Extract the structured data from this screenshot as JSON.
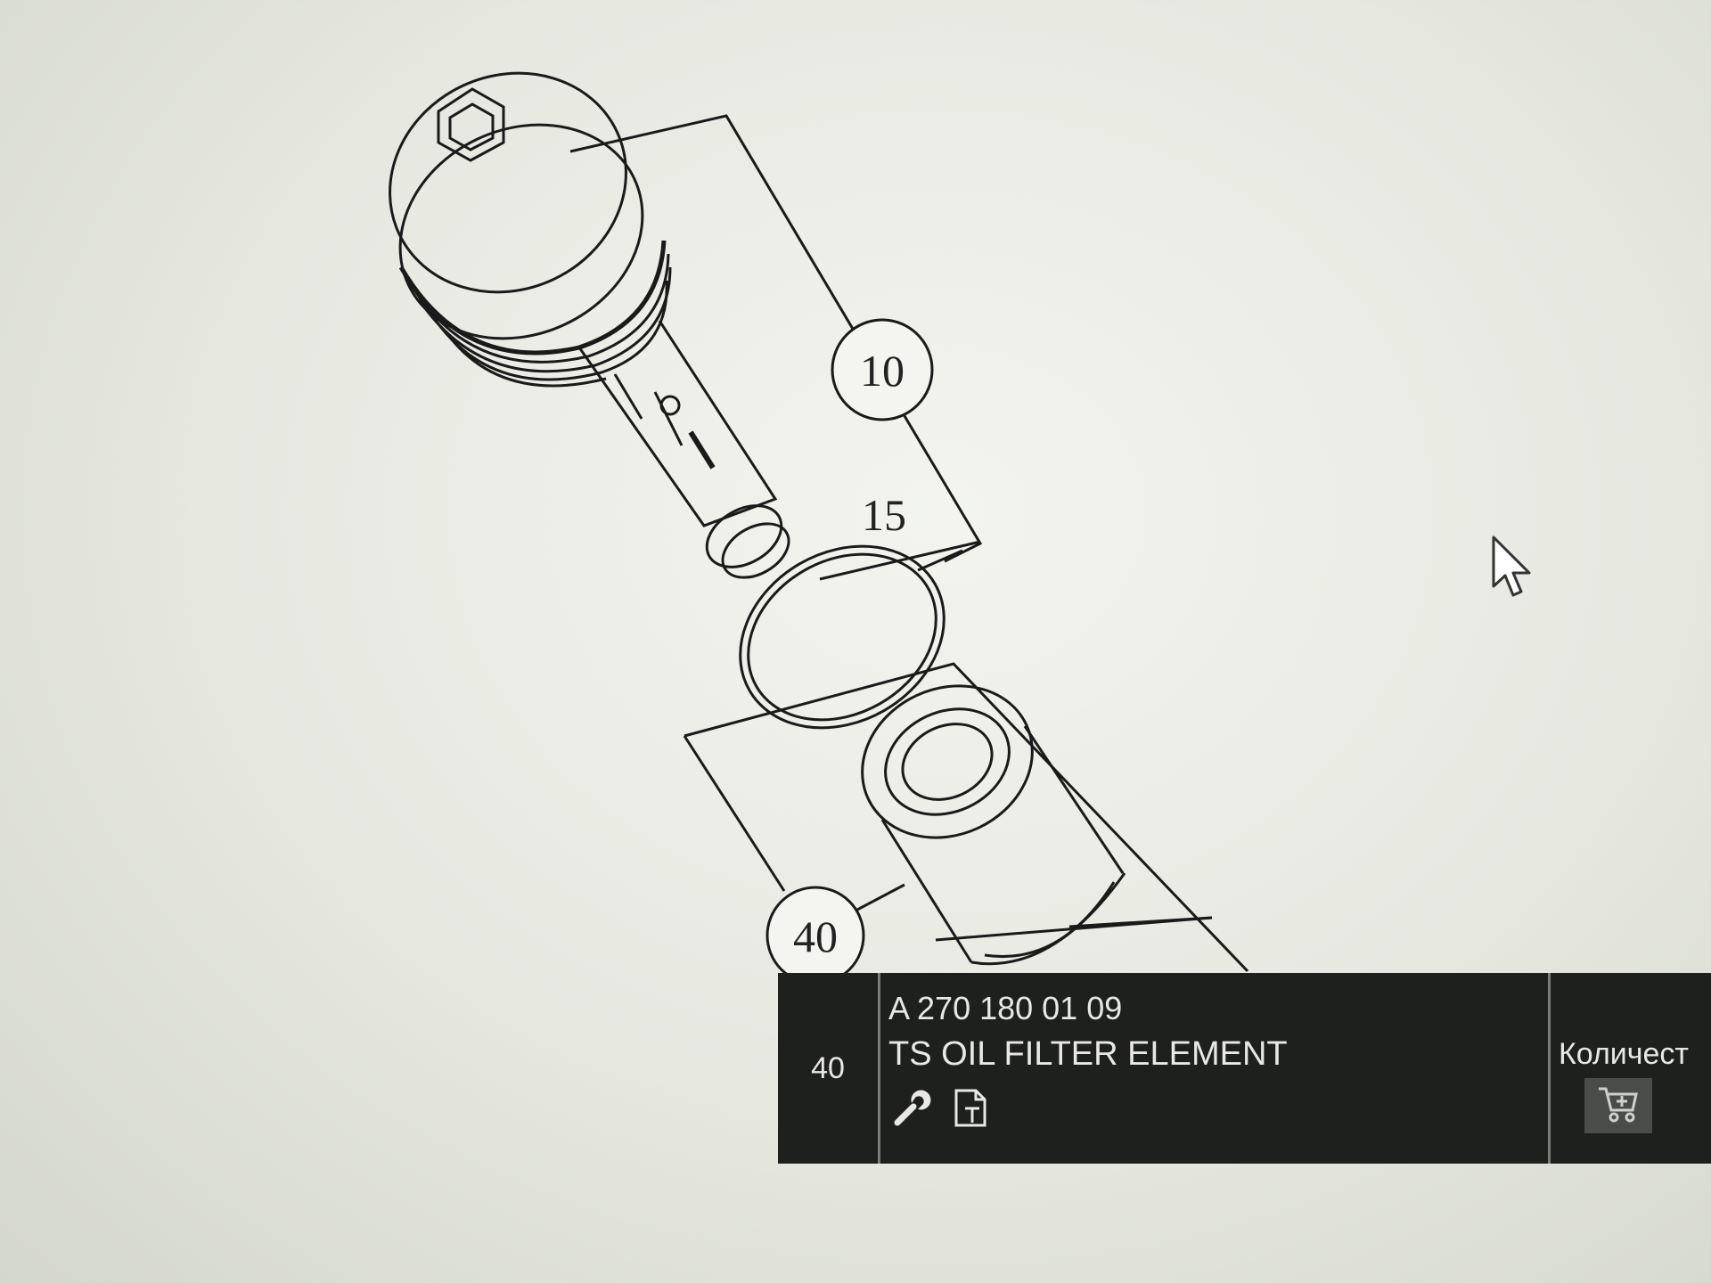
{
  "diagram": {
    "callouts": [
      {
        "id": "10",
        "label": "10"
      },
      {
        "id": "15",
        "label": "15"
      },
      {
        "id": "40",
        "label": "40"
      }
    ]
  },
  "tooltip": {
    "position_number": "40",
    "part_number": "A 270 180 01 09",
    "description": "TS OIL FILTER ELEMENT",
    "quantity_label": "Количест",
    "icons": [
      "wrench-icon",
      "document-icon",
      "cart-icon"
    ]
  },
  "colors": {
    "tooltip_background": "#1e201e",
    "tooltip_text": "#e8e8e6",
    "drawing_line": "#1a1a1a"
  }
}
